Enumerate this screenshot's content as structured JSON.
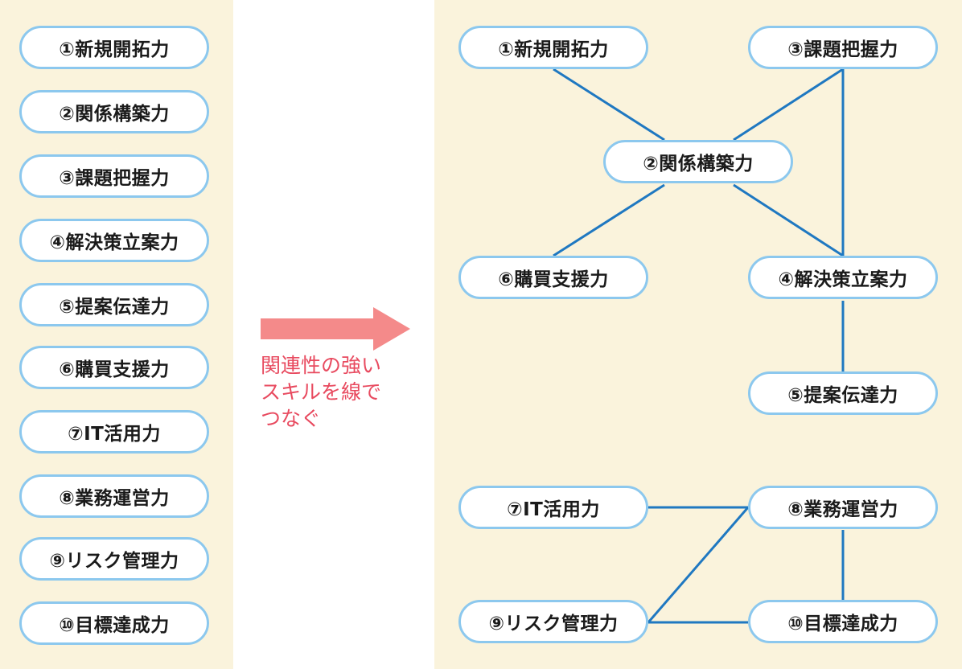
{
  "left_list": [
    "①新規開拓力",
    "②関係構築力",
    "③課題把握力",
    "④解決策立案力",
    "⑤提案伝達力",
    "⑥購買支援力",
    "⑦IT活用力",
    "⑧業務運営力",
    "⑨リスク管理力",
    "⑩目標達成力"
  ],
  "caption": {
    "line1": "関連性の強い",
    "line2": "スキルを線で",
    "line3": "つなぐ"
  },
  "diagram": {
    "nodes": {
      "n1": "①新規開拓力",
      "n3": "③課題把握力",
      "n2": "②関係構築力",
      "n6": "⑥購買支援力",
      "n4": "④解決策立案力",
      "n5": "⑤提案伝達力",
      "n7": "⑦IT活用力",
      "n8": "⑧業務運営力",
      "n9": "⑨リスク管理力",
      "n10": "⑩目標達成力"
    },
    "edges": [
      [
        "n1",
        "n2"
      ],
      [
        "n3",
        "n2"
      ],
      [
        "n2",
        "n6"
      ],
      [
        "n2",
        "n4"
      ],
      [
        "n3",
        "n4"
      ],
      [
        "n4",
        "n5"
      ],
      [
        "n7",
        "n8"
      ],
      [
        "n8",
        "n9"
      ],
      [
        "n8",
        "n10"
      ],
      [
        "n9",
        "n10"
      ]
    ]
  },
  "colors": {
    "panel_bg": "#faf3dc",
    "pill_border": "#8cc8ee",
    "line": "#1f78c1",
    "arrow": "#f48a8a",
    "caption_text": "#e84a5f"
  }
}
